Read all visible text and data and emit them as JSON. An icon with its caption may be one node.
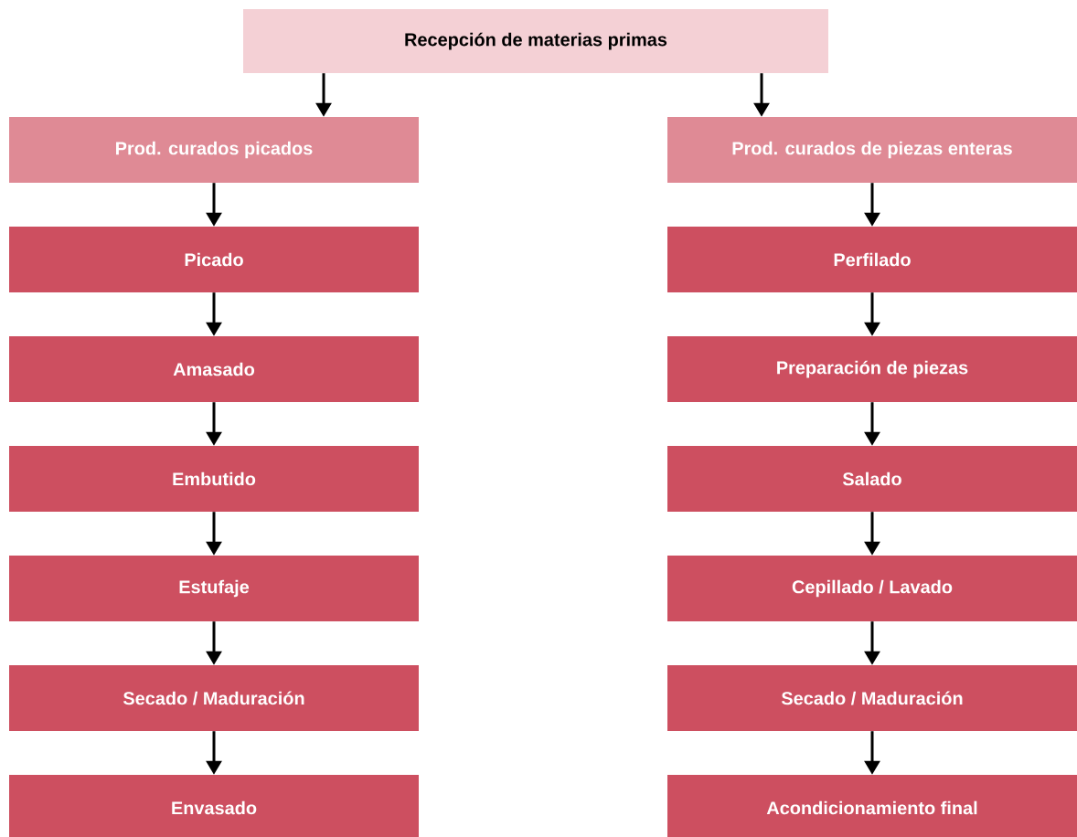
{
  "diagram": {
    "nodes": [
      {
        "text": [
          "Recepción de materias primas"
        ]
      },
      {
        "text": [
          "Prod. curados picados"
        ]
      },
      {
        "text": [
          "Prod. curados de piezas enteras"
        ]
      },
      {
        "text": [
          "Picado"
        ]
      },
      {
        "text": [
          "Amasado"
        ]
      },
      {
        "text": [
          "Embutido"
        ]
      },
      {
        "text": [
          "Estufaje"
        ]
      },
      {
        "text": [
          "Secado / Maduración"
        ]
      },
      {
        "text": [
          "Envasado"
        ]
      },
      {
        "text": [
          "Perfilado"
        ]
      },
      {
        "text": [
          "Preparación de piezas"
        ]
      },
      {
        "text": [
          "Salado"
        ]
      },
      {
        "text": [
          "Cepillado / Lavado"
        ]
      },
      {
        "text": [
          "Secado / Maduración"
        ]
      },
      {
        "text": [
          "Acondicionamiento final"
        ]
      }
    ],
    "edges": [
      {
        "from": 0,
        "to": 1,
        "arrow": "to"
      },
      {
        "from": 0,
        "to": 2,
        "arrow": "to"
      },
      {
        "from": 1,
        "to": 3,
        "arrow": "to"
      },
      {
        "from": 3,
        "to": 4,
        "arrow": "to"
      },
      {
        "from": 4,
        "to": 5,
        "arrow": "to"
      },
      {
        "from": 5,
        "to": 6,
        "arrow": "to"
      },
      {
        "from": 6,
        "to": 7,
        "arrow": "to"
      },
      {
        "from": 7,
        "to": 8,
        "arrow": "to"
      },
      {
        "from": 2,
        "to": 9,
        "arrow": "to"
      },
      {
        "from": 9,
        "to": 10,
        "arrow": "to"
      },
      {
        "from": 10,
        "to": 11,
        "arrow": "to"
      },
      {
        "from": 11,
        "to": 12,
        "arrow": "to"
      },
      {
        "from": 12,
        "to": 13,
        "arrow": "to"
      },
      {
        "from": 13,
        "to": 14,
        "arrow": "to"
      }
    ]
  }
}
